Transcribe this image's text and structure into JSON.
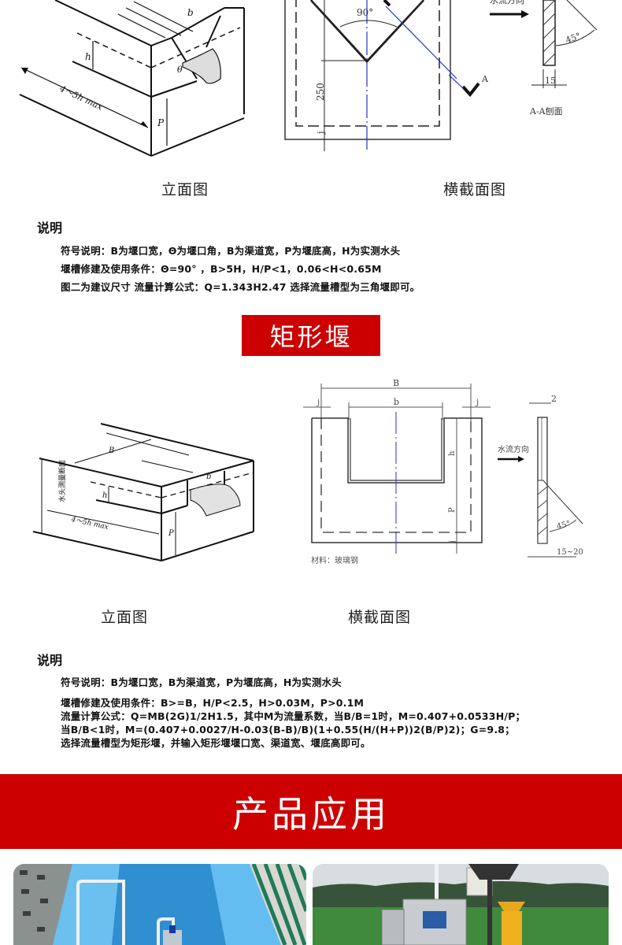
{
  "triangular_weir": {
    "elevation_label": "立面图",
    "cross_section_label": "横截面图",
    "drawing_annotations": {
      "elevation": [
        "b",
        "h",
        "θ",
        "4~5h max",
        "P"
      ],
      "cross_section": [
        "90°",
        "250",
        "j",
        "A"
      ],
      "side_view": [
        "水流方向",
        "45°",
        "15",
        "A-A刨面"
      ]
    },
    "notes": {
      "title": "说明",
      "lines": [
        "符号说明：B为堰口宽，Θ为堰口角，B为渠道宽，P为堰底高，H为实测水头",
        "堰槽修建及使用条件：Θ=90° ，B>5H，H/P<1，0.06<H<0.65M",
        "图二为建议尺寸   流量计算公式：Q=1.343H2.47   选择流量槽型为三角堰即可。"
      ]
    }
  },
  "rectangular_weir": {
    "heading": "矩形堰",
    "elevation_label": "立面图",
    "cross_section_label": "横截面图",
    "drawing_annotations": {
      "elevation": [
        "B",
        "b",
        "h",
        "4~5h max",
        "P",
        "水头测量断面"
      ],
      "cross_section": [
        "B",
        "b",
        "j",
        "j",
        "h",
        "P",
        "j",
        "材料：玻璃钢"
      ],
      "side_view": [
        "2",
        "水流方向",
        "45°",
        "15~20"
      ]
    },
    "notes": {
      "title": "说明",
      "lines": [
        "符号说明：B为堰口宽，B为渠道宽，P为堰底高，H为实测水头",
        "堰槽修建及使用条件：B>=B，H/P<2.5，H>0.03M，P>0.1M",
        "流量计算公式：Q=MB(2G)1/2H1.5，其中M为流量系数，当B/B=1时，M=0.407+0.0533H/P；",
        "当B/B<1时，M=(0.407+0.0027/H-0.03(B-B)/B)(1+0.55(H/(H+P))2(B/P)2)；G=9.8；",
        "选择流量槽型为矩形堰，并输入矩形堰堰口宽、渠道宽、堰底高即可。"
      ]
    }
  },
  "product_application": {
    "heading": "产品应用",
    "photos": [
      {
        "alt": "蓝色玻璃钢渠道安装现场"
      },
      {
        "alt": "农田监测站设备箱"
      }
    ]
  },
  "colors": {
    "accent_red": "#cc0000",
    "drawing_blue": "#2233cc"
  }
}
